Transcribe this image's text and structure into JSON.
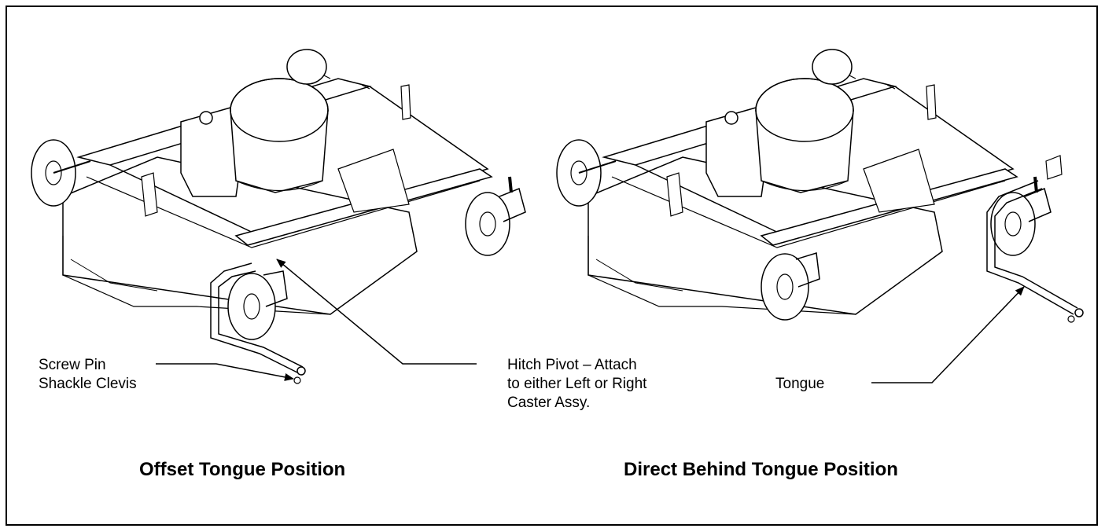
{
  "labels": {
    "screw_pin": "Screw Pin\nShackle Clevis",
    "hitch_pivot": "Hitch Pivot – Attach\nto either Left or Right\nCaster Assy.",
    "tongue": "Tongue"
  },
  "captions": {
    "offset": "Offset Tongue Position",
    "direct": "Direct Behind Tongue Position"
  }
}
